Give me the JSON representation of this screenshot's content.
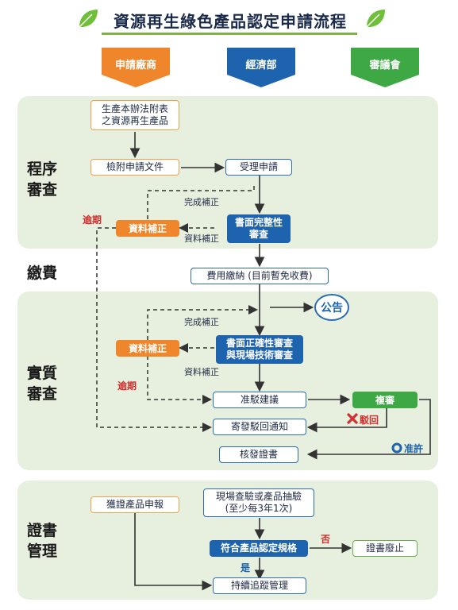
{
  "title": "資源再生綠色產品認定申請流程",
  "lanes": {
    "applicant": "申請廠商",
    "ministry": "經濟部",
    "committee": "審議會"
  },
  "sections": {
    "procedure": "程序\n審查",
    "fee": "繳費",
    "substantive": "實質\n審查",
    "certificate": "證書\n管理"
  },
  "nodes": {
    "recycled_products": "生產本辦法附表\n之資源再生產品",
    "attach_docs": "檢附申請文件",
    "accept_application": "受理申請",
    "supplement1": "資料補正",
    "completeness_review": "書面完整性\n審查",
    "fee_payment": "費用繳納 (目前暫免收費)",
    "announcement": "公告",
    "supplement2": "資料補正",
    "correctness_review": "書面正確性審查\n與現場技術審查",
    "approve_reject_proposal": "准駁建議",
    "re_review": "複審",
    "send_rejection": "寄發駁回通知",
    "issue_certificate": "核發證書",
    "report_products": "獲證產品申報",
    "sampling": "現場查驗或產品抽驗\n(至少每3年1次)",
    "meets_spec": "符合產品認定規格",
    "cert_void": "證書廢止",
    "continuous_tracking": "持續追蹤管理"
  },
  "labels": {
    "completed1": "完成補正",
    "supplement_data1": "資料補正",
    "overdue1": "逾期",
    "completed2": "完成補正",
    "supplement_data2": "資料補正",
    "overdue2": "逾期",
    "reject": "駁回",
    "approve": "准許",
    "no": "否",
    "yes": "是"
  },
  "colors": {
    "applicant": "#f0862b",
    "ministry": "#1e63ad",
    "committee": "#3ea845",
    "band": "#e7f0de",
    "accent_line": "#7cb342"
  }
}
